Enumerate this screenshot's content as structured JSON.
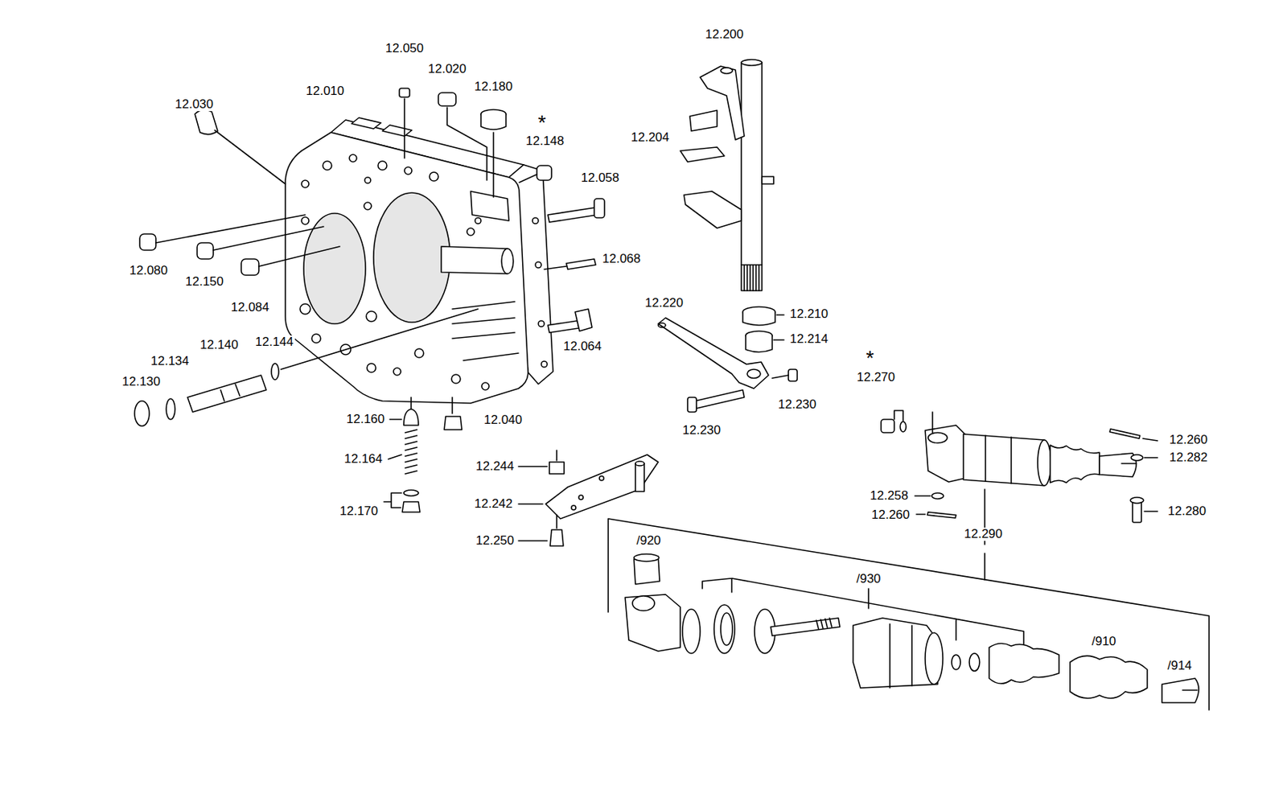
{
  "diagram": {
    "labels": [
      "12.200",
      "12.050",
      "12.020",
      "12.180",
      "12.010",
      "12.030",
      "*",
      "12.148",
      "12.204",
      "12.058",
      "12.068",
      "12.080",
      "12.150",
      "12.084",
      "12.220",
      "12.210",
      "12.214",
      "12.140",
      "12.144",
      "12.134",
      "12.064",
      "12.130",
      "*",
      "12.270",
      "12.230",
      "12.230",
      "12.160",
      "12.040",
      "12.260",
      "12.282",
      "12.244",
      "12.164",
      "12.242",
      "12.258",
      "12.260",
      "12.170",
      "12.280",
      "12.250",
      "12.290",
      "/920",
      "/930",
      "/910",
      "/914"
    ]
  }
}
